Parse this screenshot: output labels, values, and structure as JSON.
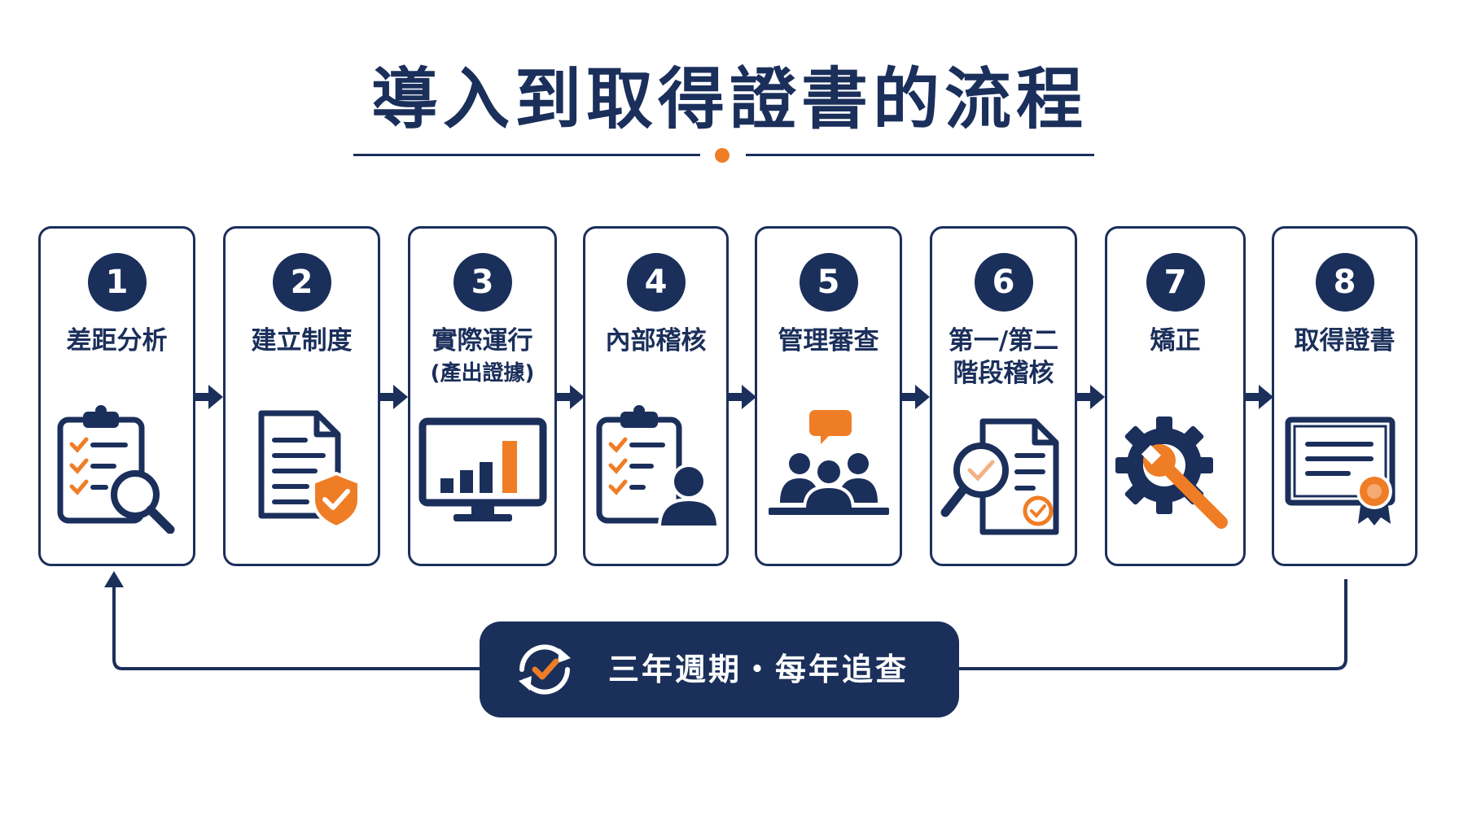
{
  "title": "導入到取得證書的流程",
  "colors": {
    "navy": "#1b2f5b",
    "orange": "#ef7d26",
    "background": "#ffffff"
  },
  "steps": [
    {
      "number": "1",
      "label": "差距分析",
      "sublabel": "",
      "icon": "clipboard-magnifier-icon"
    },
    {
      "number": "2",
      "label": "建立制度",
      "sublabel": "",
      "icon": "document-shield-icon"
    },
    {
      "number": "3",
      "label": "實際運行",
      "sublabel": "(產出證據)",
      "icon": "monitor-bar-chart-icon"
    },
    {
      "number": "4",
      "label": "內部稽核",
      "sublabel": "",
      "icon": "clipboard-person-icon"
    },
    {
      "number": "5",
      "label": "管理審查",
      "sublabel": "",
      "icon": "meeting-group-icon"
    },
    {
      "number": "6",
      "label": "第一/第二",
      "sublabel": "階段稽核",
      "icon": "document-inspection-icon"
    },
    {
      "number": "7",
      "label": "矯正",
      "sublabel": "",
      "icon": "gear-wrench-icon"
    },
    {
      "number": "8",
      "label": "取得證書",
      "sublabel": "",
      "icon": "certificate-icon"
    }
  ],
  "cycle": {
    "label": "三年週期・每年追查",
    "icon": "refresh-check-icon"
  }
}
